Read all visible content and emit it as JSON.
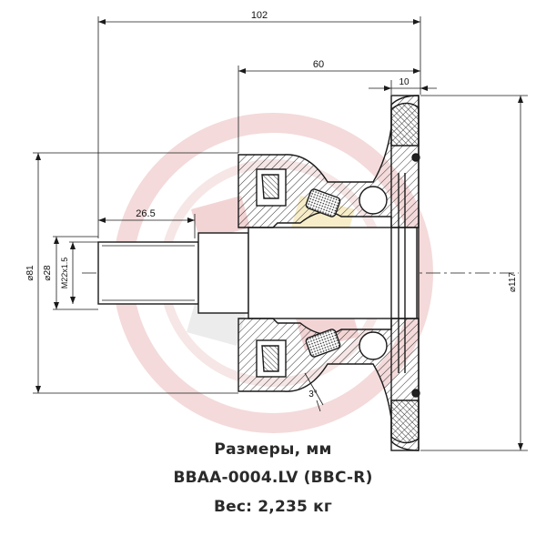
{
  "dimensions": {
    "overall_length": "102",
    "hub_length": "60",
    "flange_thickness": "10",
    "thread_length": "26.5",
    "housing_diameter": "⌀81",
    "shaft_diameter": "⌀28",
    "thread": "M22x1.5",
    "flange_diameter": "⌀117",
    "angle": "3°"
  },
  "caption": {
    "line1": "Размеры, мм",
    "line2": "BBAA-0004.LV (BBC-R)",
    "line3": "Вес: 2,235 кг"
  },
  "colors": {
    "line": "#1a1a1a",
    "hatch": "#333333",
    "watermark_red": "#f3d2d2",
    "watermark_grey": "#ececec",
    "watermark_yellow": "#f7edc8"
  }
}
